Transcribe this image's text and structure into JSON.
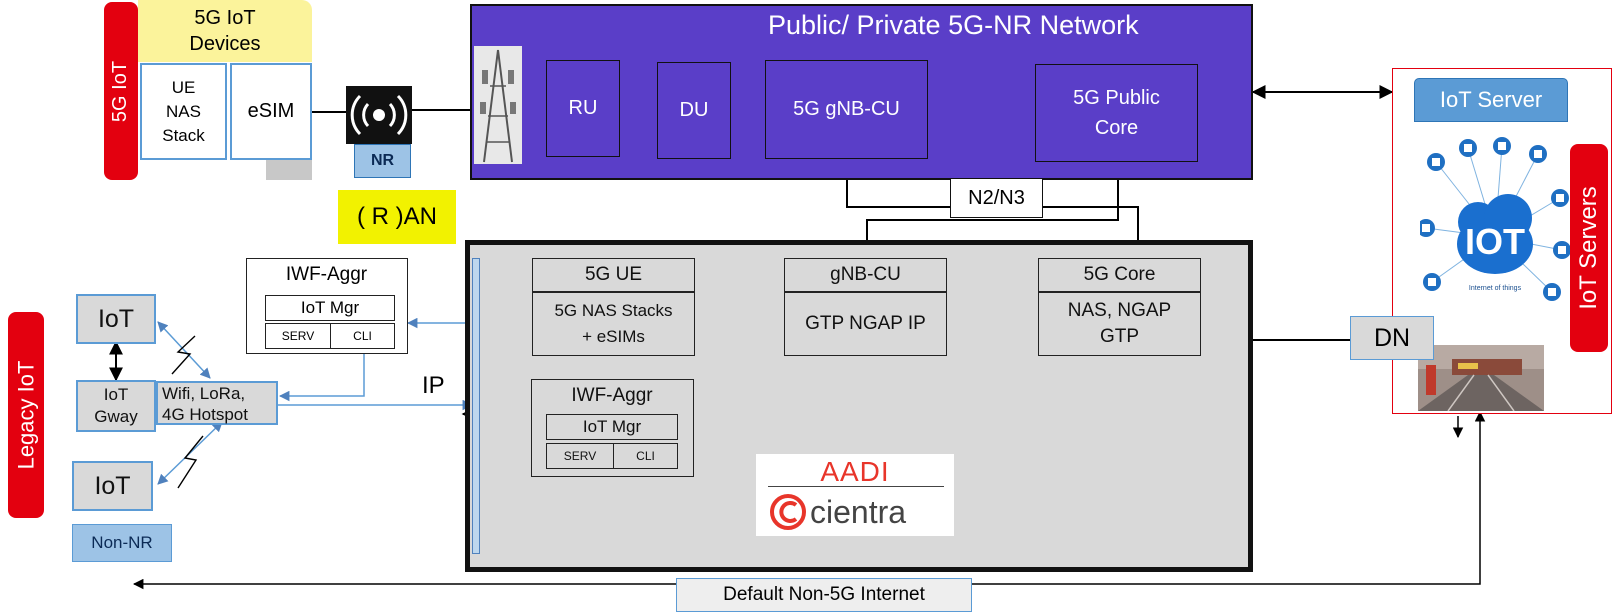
{
  "colors": {
    "network_fill": "#5a3ec8",
    "red_tab": "#e3000f",
    "ran_label": "#f2f200",
    "device_header": "#fbf39b",
    "aggr_fill": "#d9d9d9",
    "link_blue": "#5b9bd5"
  },
  "iot_devices": {
    "side_label": "5G IoT",
    "header_line1": "5G IoT",
    "header_line2": "Devices",
    "ue_line1": "UE",
    "ue_line2": "NAS",
    "ue_line3": "Stack",
    "esim": "eSIM"
  },
  "nr_label": "NR",
  "ran_label": "( R )AN",
  "network": {
    "title": "Public/ Private 5G-NR Network",
    "ru": "RU",
    "du": "DU",
    "gnb_cu": "5G gNB-CU",
    "core_line1": "5G Public",
    "core_line2": "Core"
  },
  "interface_label": "N2/N3",
  "iwf_top": {
    "title": "IWF-Aggr",
    "mgr": "IoT Mgr",
    "serv": "SERV",
    "cli": "CLI"
  },
  "legacy": {
    "side_label": "Legacy IoT",
    "iot_top": "IoT",
    "gateway_line1": "IoT",
    "gateway_line2": "Gway",
    "wifi_line1": "Wifi, LoRa,",
    "wifi_line2": "4G Hotspot",
    "iot_bottom": "IoT",
    "non_nr": "Non-NR"
  },
  "ip_label": "IP",
  "aggregator": {
    "ue_title": "5G UE",
    "ue_line1": "5G NAS Stacks",
    "ue_line2": "+ eSIMs",
    "gnb_title": "gNB-CU",
    "gnb_body": "GTP NGAP IP",
    "core_title": "5G Core",
    "core_line1": "NAS, NGAP",
    "core_line2": "GTP",
    "iwf_title": "IWF-Aggr",
    "iwf_mgr": "IoT Mgr",
    "iwf_serv": "SERV",
    "iwf_cli": "CLI"
  },
  "logo": {
    "line1": "AADI",
    "line2": "cientra"
  },
  "dn_label": "DN",
  "servers": {
    "side_label": "IoT Servers",
    "header": "IoT Server",
    "cloud_text": "IOT",
    "cloud_caption": "Internet of things"
  },
  "internet_label": "Default Non-5G Internet",
  "icons": [
    "cell-tower-icon",
    "wireless-signal-icon",
    "lightning-icon",
    "cloud-icon",
    "railway-photo-icon"
  ]
}
